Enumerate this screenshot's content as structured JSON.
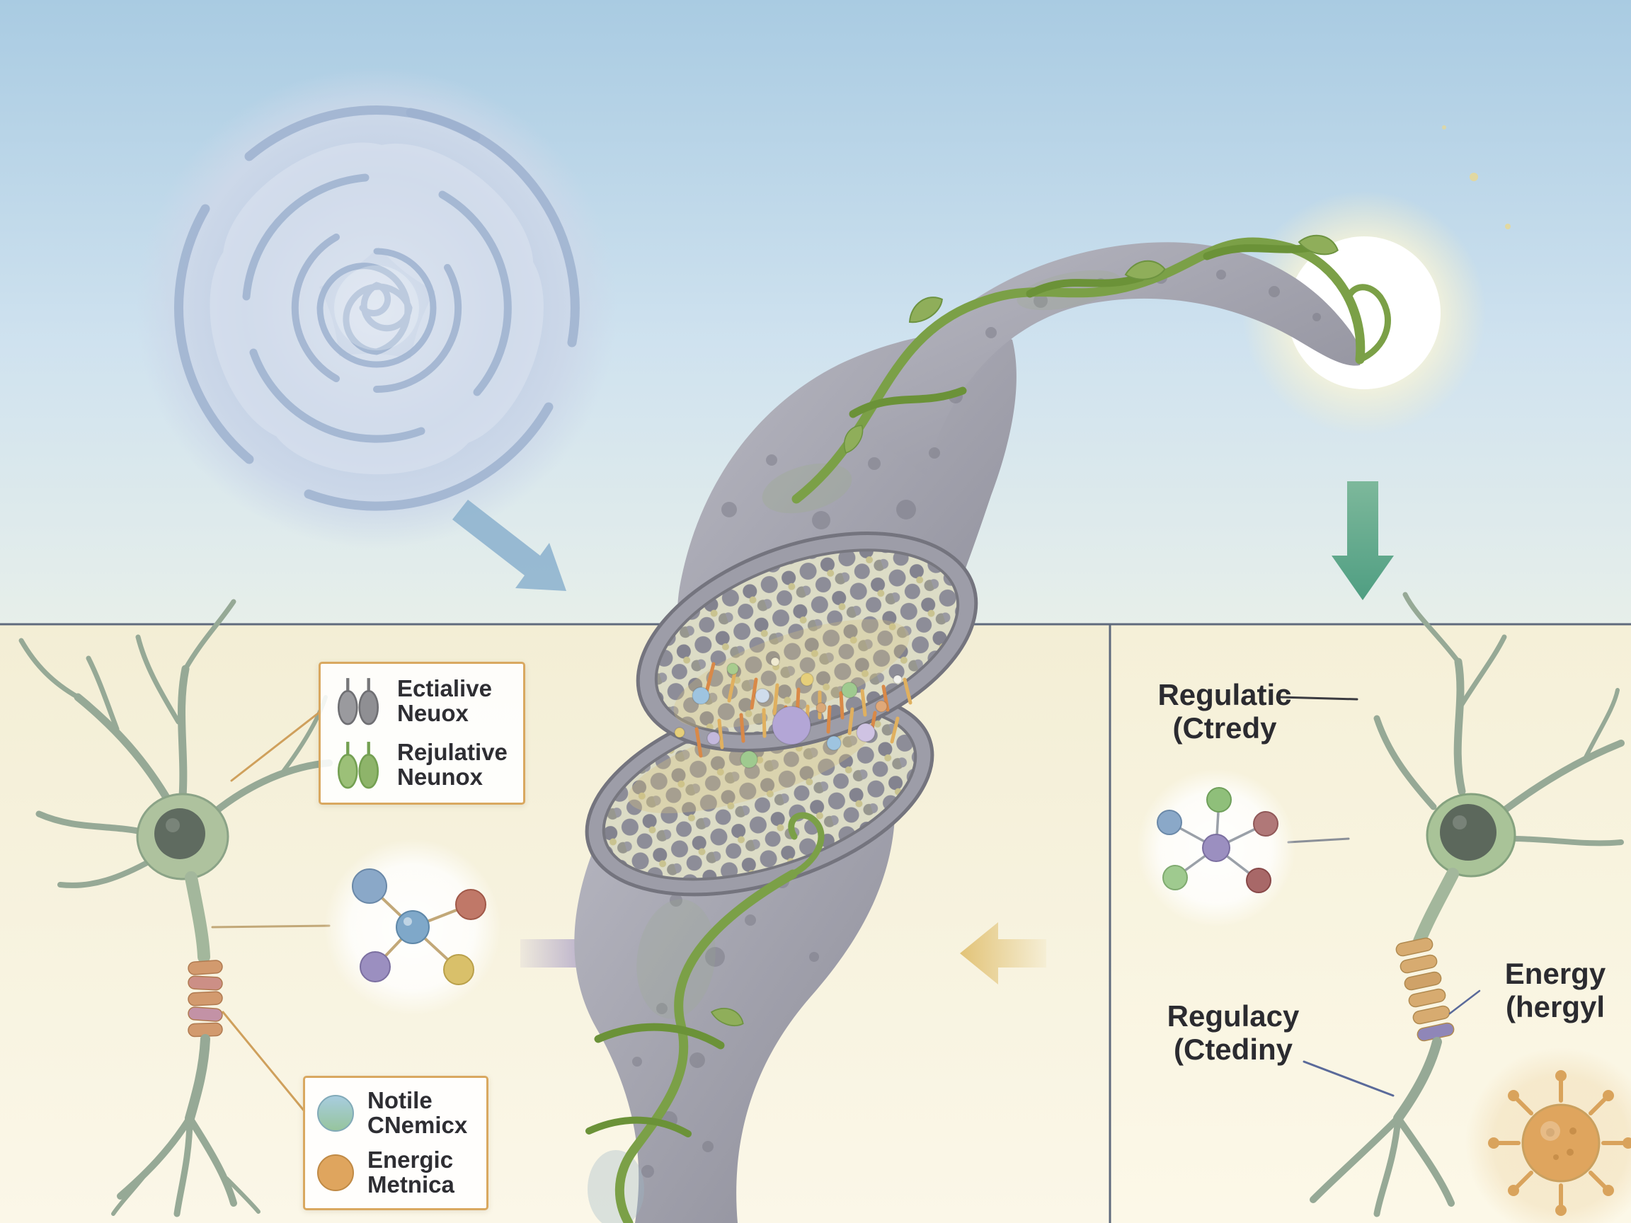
{
  "legend_neurons": {
    "rows": [
      {
        "line1": "Ectialive",
        "line2": "Neuox",
        "icon": "gray-neuron-pair-icon"
      },
      {
        "line1": "Rejulative",
        "line2": "Neunox",
        "icon": "green-neuron-pair-icon"
      }
    ]
  },
  "legend_chemicals": {
    "rows": [
      {
        "line1": "Notile",
        "line2": "CNemicx",
        "icon": "blue-chemical-dot-icon"
      },
      {
        "line1": "Energic",
        "line2": "Metnica",
        "icon": "orange-energy-dot-icon"
      }
    ]
  },
  "right_labels": {
    "regulatic": {
      "line1": "Regulatic",
      "line2": "(Ctredy"
    },
    "regulacy": {
      "line1": "Regulacy",
      "line2": "(Ctediny"
    },
    "energy": {
      "line1": "Energy",
      "line2": "(hergyl"
    }
  },
  "icons": [
    "rose-icon",
    "sun-icon",
    "down-arrow-blue-icon",
    "down-arrow-teal-icon",
    "right-arrow-purple-icon",
    "left-arrow-yellow-icon",
    "synapse-icon",
    "neuron-left-icon",
    "neuron-right-icon",
    "molecule-left-icon",
    "molecule-right-icon",
    "energy-sun-molecule-icon",
    "vine-icon"
  ],
  "colors": {
    "accent_border": "#d9a860",
    "sky_top": "#a9cbe2",
    "panel_cream": "#f6f1da",
    "synapse_gray": "#9a9aa6",
    "vine_green": "#7ba047",
    "neuron_green": "#aec29e",
    "myelin_orange": "#d29a6e",
    "arrow_blue": "#8fb4cf",
    "arrow_teal": "#4f9e82",
    "arrow_purple": "#9b8fc0",
    "arrow_yellow": "#e2c377"
  }
}
